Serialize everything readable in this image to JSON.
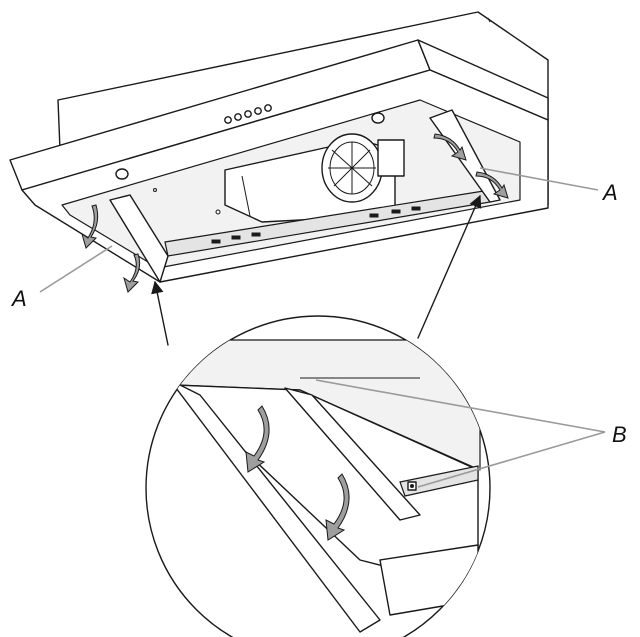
{
  "labels": {
    "a_right": "A",
    "a_left": "A",
    "b": "B"
  },
  "colors": {
    "line": "#1a1a1a",
    "arrow_fill": "#9e9e9e",
    "leader": "#9a9a9a",
    "background": "#ffffff"
  },
  "icons": {
    "turn_arrow": "curved-down-arrow-icon",
    "control_button": "round-button-icon"
  }
}
